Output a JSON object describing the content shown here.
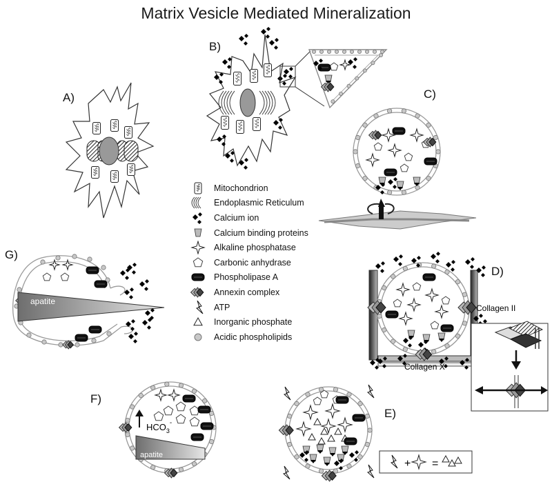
{
  "title": "Matrix Vesicle Mediated Mineralization",
  "panels": {
    "a": "A)",
    "b": "B)",
    "c": "C)",
    "d": "D)",
    "e": "E)",
    "f": "F)",
    "g": "G)"
  },
  "legend": [
    {
      "icon": "mitochondrion-icon",
      "label": "Mitochondrion"
    },
    {
      "icon": "endoplasmic-reticulum-icon",
      "label": "Endoplasmic Reticulum"
    },
    {
      "icon": "calcium-ion-icon",
      "label": "Calcium ion"
    },
    {
      "icon": "calcium-binding-protein-icon",
      "label": "Calcium binding proteins"
    },
    {
      "icon": "alkaline-phosphatase-icon",
      "label": "Alkaline phosphatase"
    },
    {
      "icon": "carbonic-anhydrase-icon",
      "label": "Carbonic anhydrase"
    },
    {
      "icon": "phospholipase-a-icon",
      "label": "Phospholipase A"
    },
    {
      "icon": "annexin-complex-icon",
      "label": "Annexin complex"
    },
    {
      "icon": "atp-icon",
      "label": "ATP"
    },
    {
      "icon": "inorganic-phosphate-icon",
      "label": "Inorganic phosphate"
    },
    {
      "icon": "acidic-phospholipid-icon",
      "label": "Acidic phospholipids"
    }
  ],
  "labels": {
    "collagen_ii": "Collagen II",
    "collagen_x": "Collagen X",
    "apatite_g": "apatite",
    "apatite_f": "apatite",
    "hco3": "HCO",
    "hco3_sub": "3",
    "hco3_sup": "-",
    "eq_plus": "+",
    "eq_equals": "="
  },
  "colors": {
    "cell_fill": "#ffffff",
    "stroke": "#333333",
    "nucleus": "#999999",
    "membrane": "#9a9a9a",
    "phospholipid": "#c8c8c8",
    "dark": "#111111"
  }
}
